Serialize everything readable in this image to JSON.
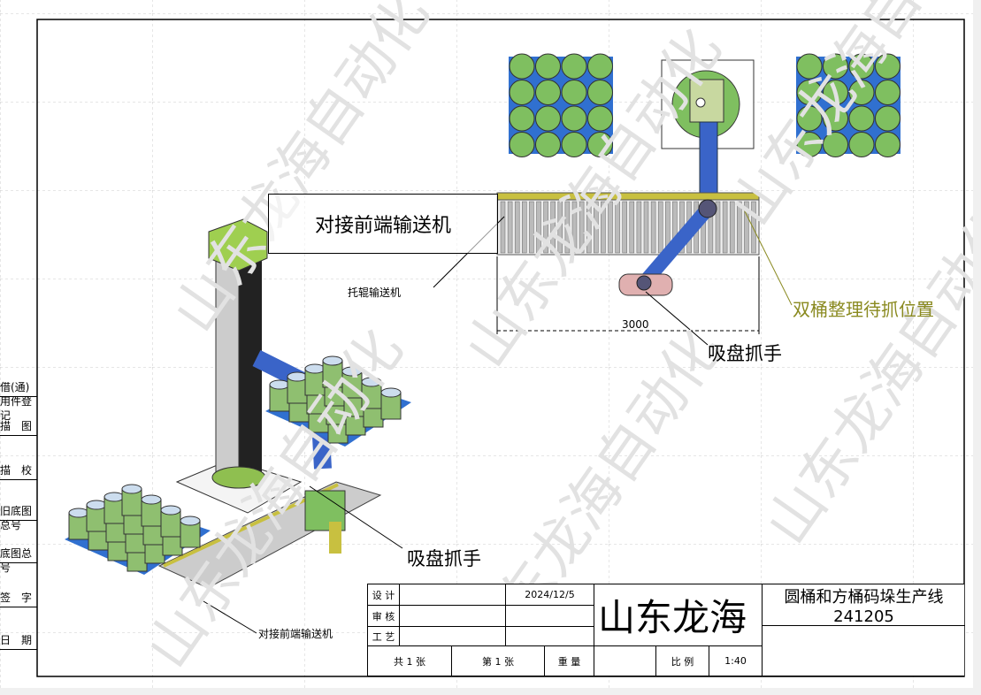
{
  "labels": {
    "front_conveyor_box": "对接前端输送机",
    "roller_conveyor": "托辊输送机",
    "dimension": "3000",
    "gripper_top": "吸盘抓手",
    "double_bucket": "双桶整理待抓位置",
    "gripper_bottom": "吸盘抓手",
    "front_conveyor_bottom": "对接前端输送机"
  },
  "side_column": [
    "借(通)用件登记",
    "描　图",
    "描　校",
    "旧底图总号",
    "底图总号",
    "签　字",
    "日　期"
  ],
  "title_block": {
    "design": "设 计",
    "review": "审 核",
    "process": "工 艺",
    "date": "2024/12/5",
    "company": "山东龙海",
    "drawing_title": "圆桶和方桶码垛生产线241205",
    "total_sheets": "共 1 张",
    "sheet_no": "第 1 张",
    "weight": "重 量",
    "scale_label": "比 例",
    "scale": "1:40"
  },
  "watermark": "山东龙海自动化",
  "colors": {
    "bucket": "#7fbf60",
    "pallet": "#3070d0",
    "arm": "#3a64c8",
    "column": "#8fbf50",
    "rail": "#c8c040",
    "annot": "#8a8a20"
  }
}
